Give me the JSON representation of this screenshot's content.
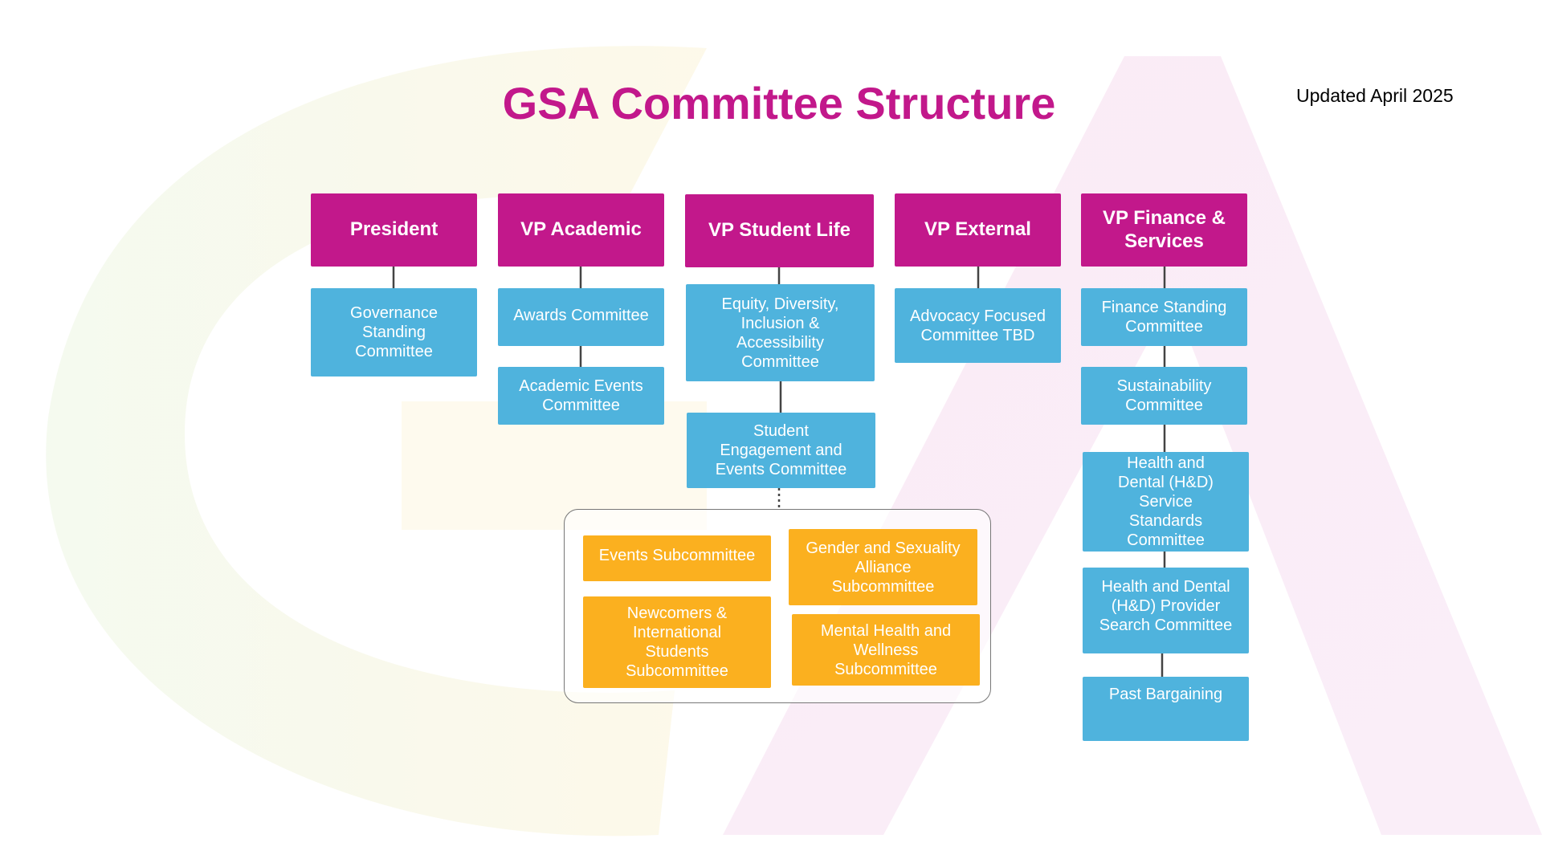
{
  "header": {
    "title": "GSA Committee Structure",
    "updated": "Updated April 2025"
  },
  "colors": {
    "title": "#c2188b",
    "executive": "#c2188b",
    "committee": "#4fb3dd",
    "subcommittee": "#fbb01f"
  },
  "executives": [
    {
      "name": "President",
      "committees": [
        "Governance Standing Committee"
      ]
    },
    {
      "name": "VP Academic",
      "committees": [
        "Awards Committee",
        "Academic Events Committee"
      ]
    },
    {
      "name": "VP Student Life",
      "committees": [
        "Equity, Diversity, Inclusion & Accessibility Committee",
        "Student Engagement and Events Committee"
      ]
    },
    {
      "name": "VP External",
      "committees": [
        "Advocacy Focused Committee TBD"
      ]
    },
    {
      "name": "VP Finance & Services",
      "committees": [
        "Finance Standing Committee",
        "Sustainability Committee",
        "Health and Dental (H&D) Service Standards Committee",
        "Health and Dental (H&D) Provider Search Committee",
        "Past Bargaining"
      ]
    }
  ],
  "subcommittees": [
    "Events Subcommittee",
    "Gender and Sexuality Alliance Subcommittee",
    "Newcomers & International Students Subcommittee",
    "Mental Health and Wellness Subcommittee"
  ]
}
